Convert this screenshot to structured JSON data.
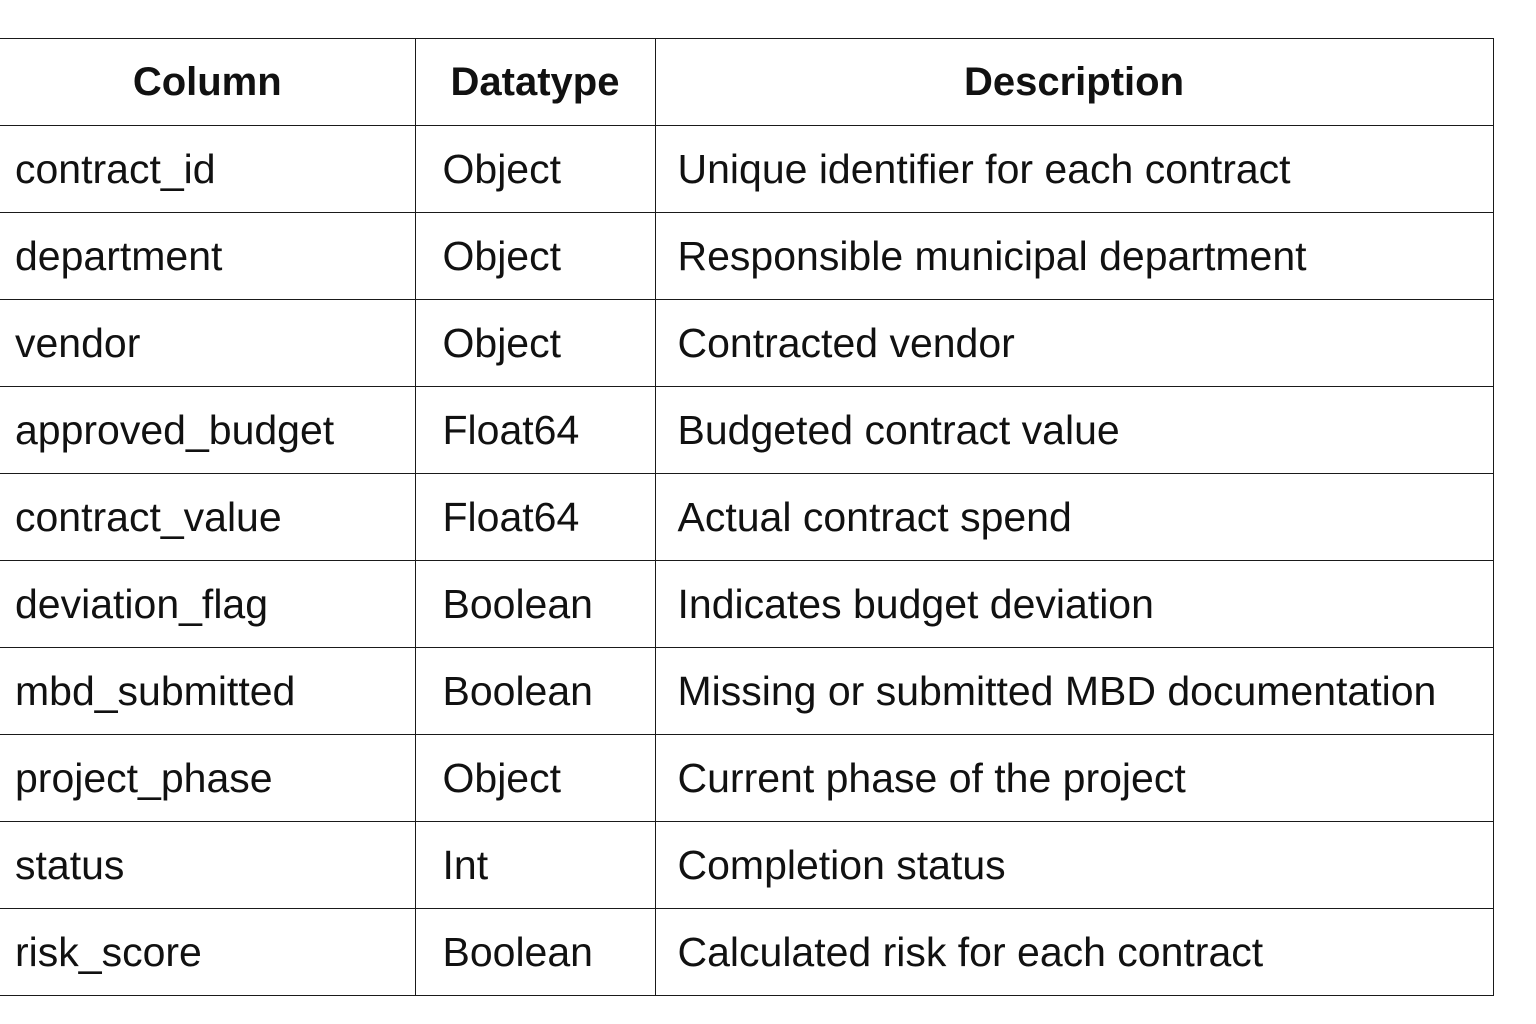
{
  "table": {
    "headers": [
      "Column",
      "Datatype",
      "Description"
    ],
    "rows": [
      {
        "column": "contract_id",
        "datatype": "Object",
        "description": "Unique identifier for each contract"
      },
      {
        "column": "department",
        "datatype": "Object",
        "description": "Responsible municipal department"
      },
      {
        "column": "vendor",
        "datatype": "Object",
        "description": "Contracted vendor"
      },
      {
        "column": "approved_budget",
        "datatype": "Float64",
        "description": "Budgeted contract value"
      },
      {
        "column": "contract_value",
        "datatype": "Float64",
        "description": "Actual contract spend"
      },
      {
        "column": "deviation_flag",
        "datatype": "Boolean",
        "description": "Indicates budget deviation"
      },
      {
        "column": "mbd_submitted",
        "datatype": "Boolean",
        "description": "Missing or submitted MBD documentation"
      },
      {
        "column": "project_phase",
        "datatype": "Object",
        "description": "Current phase of the project"
      },
      {
        "column": "status",
        "datatype": "Int",
        "description": "Completion status"
      },
      {
        "column": "risk_score",
        "datatype": "Boolean",
        "description": "Calculated risk for each contract"
      }
    ]
  }
}
